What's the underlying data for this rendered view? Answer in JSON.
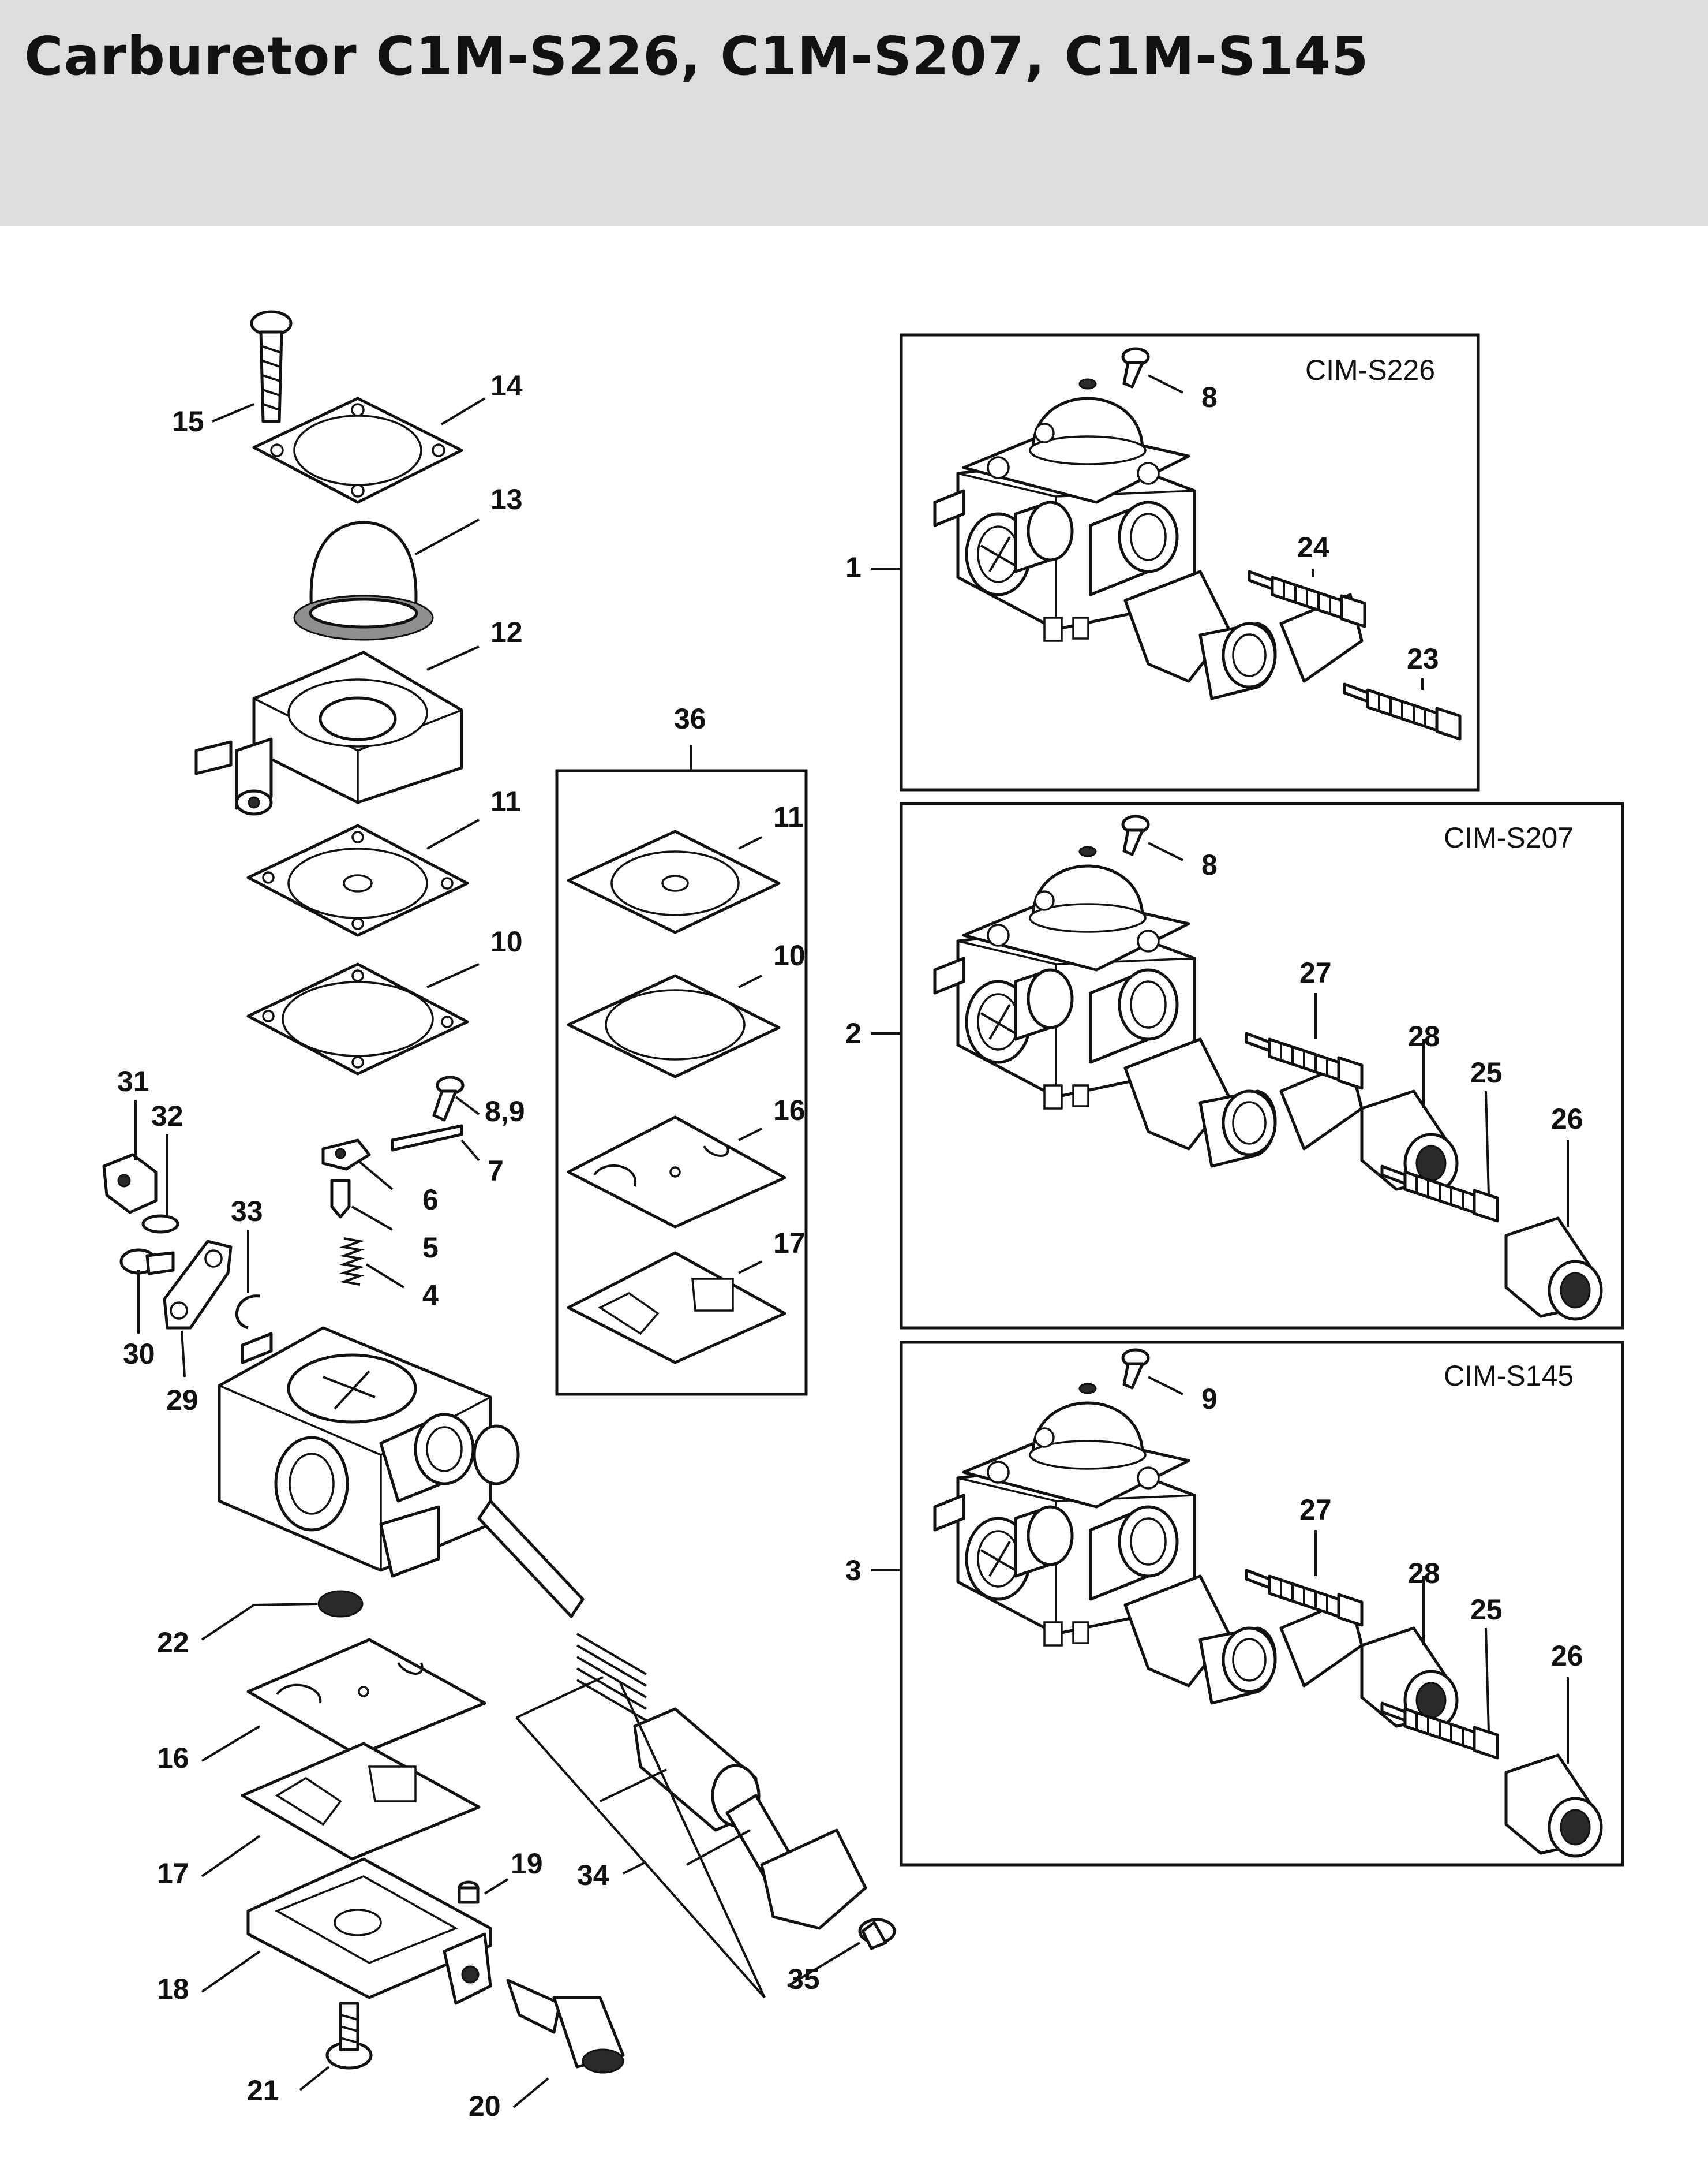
{
  "title": "Carburetor C1M-S226, C1M-S207, C1M-S145",
  "kit_box": {
    "label": "36"
  },
  "variant_boxes": [
    {
      "item": "1",
      "name": "CIM-S226"
    },
    {
      "item": "2",
      "name": "CIM-S207"
    },
    {
      "item": "3",
      "name": "CIM-S145"
    }
  ],
  "callouts": {
    "c15": "15",
    "c14": "14",
    "c13": "13",
    "c12": "12",
    "c11": "11",
    "c10": "10",
    "c8_9": "8,9",
    "c7": "7",
    "c6": "6",
    "c5": "5",
    "c4": "4",
    "c31": "31",
    "c32": "32",
    "c33": "33",
    "c30": "30",
    "c29": "29",
    "c22": "22",
    "c16": "16",
    "c17": "17",
    "c18": "18",
    "c19": "19",
    "c21": "21",
    "c20": "20",
    "c34": "34",
    "c35": "35",
    "k11": "11",
    "k10": "10",
    "k16": "16",
    "k17": "17",
    "v1_8": "8",
    "v1_24": "24",
    "v1_23": "23",
    "v2_8": "8",
    "v2_27": "27",
    "v2_28": "28",
    "v2_25": "25",
    "v2_26": "26",
    "v3_9": "9",
    "v3_27": "27",
    "v3_28": "28",
    "v3_25": "25",
    "v3_26": "26"
  }
}
